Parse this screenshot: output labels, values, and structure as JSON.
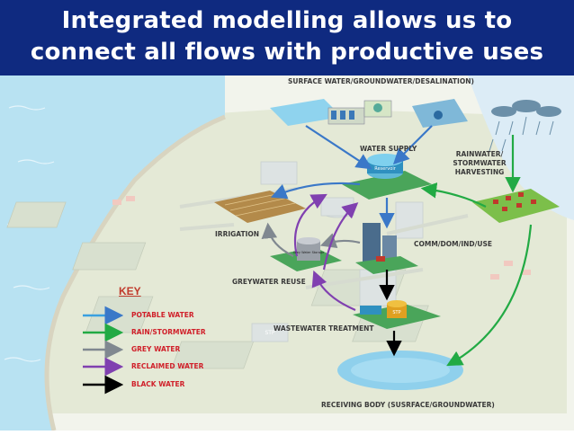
{
  "title": {
    "line1": "Integrated modelling allows us to",
    "line2": "connect all flows with productive uses"
  },
  "labels": {
    "surface_water": "SURFACE WATER/GROUNDWATER/DESALINATION)",
    "water_supply": "WATER SUPPLY",
    "rainwater_1": "RAINWATER/",
    "rainwater_2": "STORMWATER",
    "rainwater_3": "HARVESTING",
    "irrigation": "IRRIGATION",
    "comm_dom": "COMM/DOM/IND/USE",
    "greywater_reuse": "GREYWATER REUSE",
    "wastewater_treatment": "WASTEWATER TREATMENT",
    "receiving_body": "RECEIVING BODY (SUSRFACE/GROUNDWATER)",
    "reservoir": "Reservoir",
    "stp": "STP",
    "stp2": "STP",
    "grey_water_storage": "Grey Water Storage"
  },
  "key": {
    "title": "KEY",
    "items": [
      {
        "label": "POTABLE WATER",
        "color": "#3aa0e0"
      },
      {
        "label": "RAIN/STORMWATER",
        "color": "#22aa44"
      },
      {
        "label": "GREY WATER",
        "color": "#808890"
      },
      {
        "label": "RECLAIMED WATER",
        "color": "#8040b0"
      },
      {
        "label": "BLACK WATER",
        "color": "#000000"
      }
    ]
  },
  "colors": {
    "title_bg": "#0f2a80",
    "title_text": "#ffffff",
    "water": "#a8dcef",
    "land": "#e3e8d2",
    "potable": "#3a78c8",
    "rain": "#22aa44",
    "grey": "#808890",
    "reclaimed": "#8040b0",
    "black": "#000000"
  }
}
